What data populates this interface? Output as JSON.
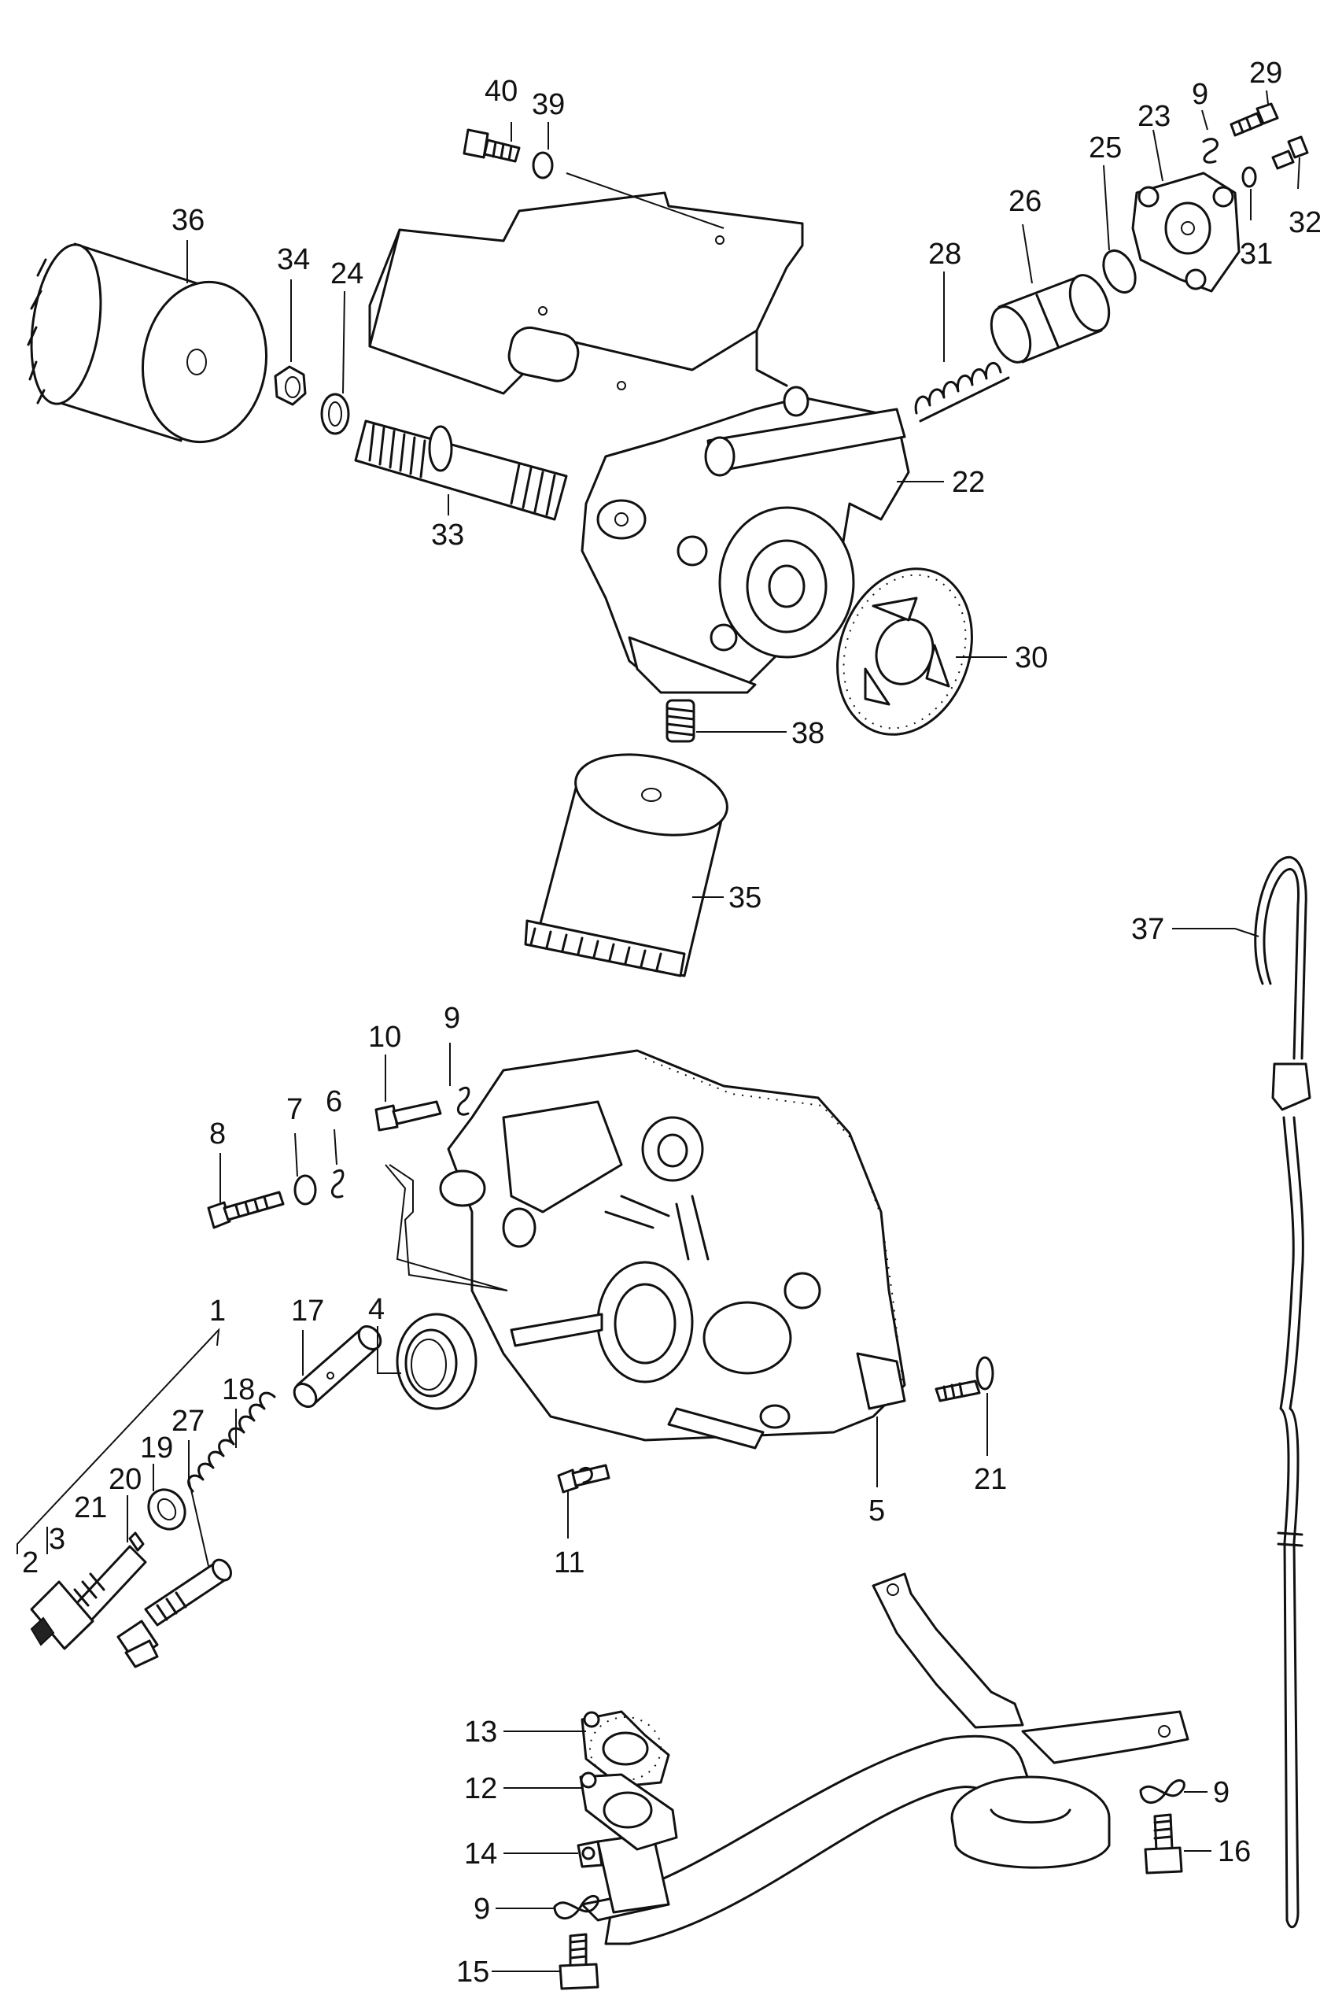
{
  "callouts": [
    {
      "id": "c40",
      "text": "40"
    },
    {
      "id": "c39",
      "text": "39"
    },
    {
      "id": "c36",
      "text": "36"
    },
    {
      "id": "c34",
      "text": "34"
    },
    {
      "id": "c24a",
      "text": "24"
    },
    {
      "id": "c33",
      "text": "33"
    },
    {
      "id": "c22",
      "text": "22"
    },
    {
      "id": "c28",
      "text": "28"
    },
    {
      "id": "c26",
      "text": "26"
    },
    {
      "id": "c25",
      "text": "25"
    },
    {
      "id": "c23",
      "text": "23"
    },
    {
      "id": "c9a",
      "text": "9"
    },
    {
      "id": "c29",
      "text": "29"
    },
    {
      "id": "c32",
      "text": "32"
    },
    {
      "id": "c31",
      "text": "31"
    },
    {
      "id": "c30",
      "text": "30"
    },
    {
      "id": "c38",
      "text": "38"
    },
    {
      "id": "c35",
      "text": "35"
    },
    {
      "id": "c37",
      "text": "37"
    },
    {
      "id": "c10",
      "text": "10"
    },
    {
      "id": "c9b",
      "text": "9"
    },
    {
      "id": "c8",
      "text": "8"
    },
    {
      "id": "c7",
      "text": "7"
    },
    {
      "id": "c6",
      "text": "6"
    },
    {
      "id": "c4",
      "text": "4"
    },
    {
      "id": "c1",
      "text": "1"
    },
    {
      "id": "c17",
      "text": "17"
    },
    {
      "id": "c18",
      "text": "18"
    },
    {
      "id": "c27",
      "text": "27"
    },
    {
      "id": "c19",
      "text": "19"
    },
    {
      "id": "c20",
      "text": "20"
    },
    {
      "id": "c21a",
      "text": "21"
    },
    {
      "id": "c2",
      "text": "2"
    },
    {
      "id": "c3",
      "text": "3"
    },
    {
      "id": "c21b",
      "text": "21"
    },
    {
      "id": "c5",
      "text": "5"
    },
    {
      "id": "c11",
      "text": "11"
    },
    {
      "id": "c13",
      "text": "13"
    },
    {
      "id": "c12",
      "text": "12"
    },
    {
      "id": "c14",
      "text": "14"
    },
    {
      "id": "c9c",
      "text": "9"
    },
    {
      "id": "c15",
      "text": "15"
    },
    {
      "id": "c9d",
      "text": "9"
    },
    {
      "id": "c16",
      "text": "16"
    }
  ]
}
